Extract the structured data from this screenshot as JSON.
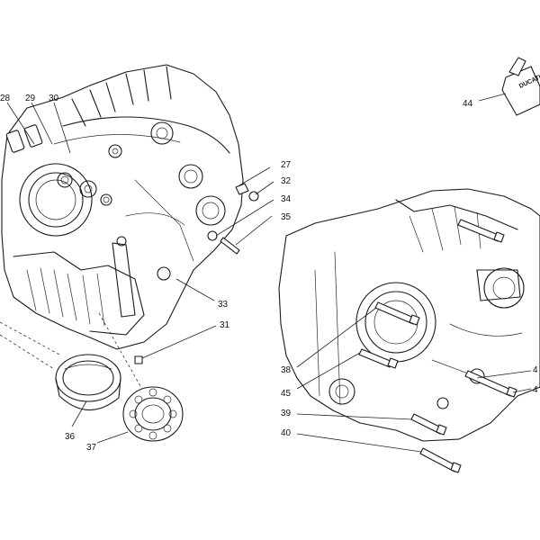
{
  "diagram": {
    "callouts": {
      "c28": "28",
      "c29": "29",
      "c30": "30",
      "c27": "27",
      "c32": "32",
      "c34": "34",
      "c35": "35",
      "c33": "33",
      "c31": "31",
      "c36": "36",
      "c37": "37",
      "c44": "44",
      "c38": "38",
      "c45": "45",
      "c39": "39",
      "c40": "40",
      "cA1": "4",
      "cA2": "4"
    },
    "brand_text": "DUCATI"
  }
}
